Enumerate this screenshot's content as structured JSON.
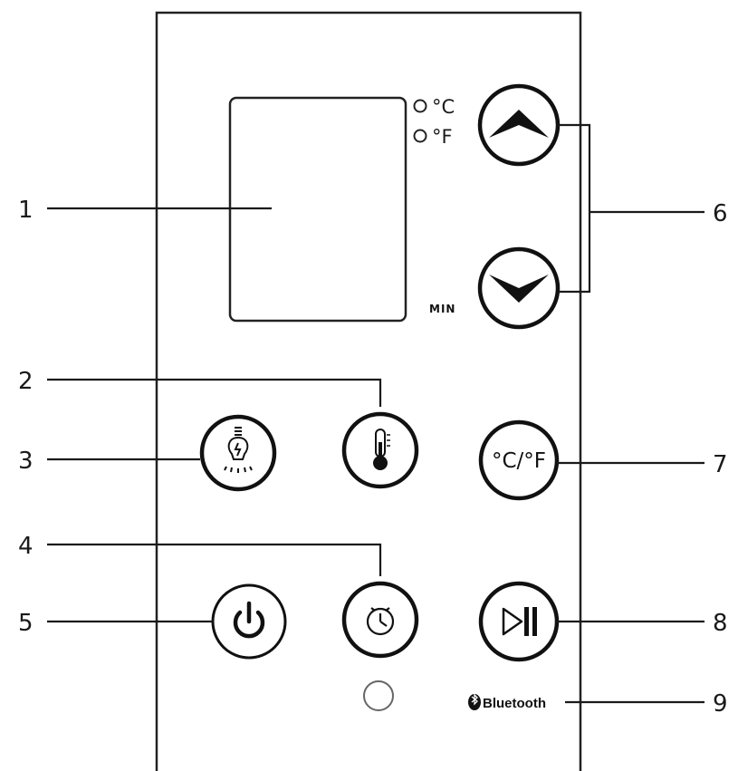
{
  "callouts": [
    "1",
    "2",
    "3",
    "4",
    "5",
    "6",
    "7",
    "8",
    "9"
  ],
  "indicators": {
    "celsius": "°C",
    "fahrenheit": "°F"
  },
  "min_label": "MIN",
  "unit_toggle_label": "°C/°F",
  "bluetooth_label": "Bluetooth",
  "icons": {
    "light": "light-bulb-icon",
    "temperature": "thermometer-icon",
    "timer": "clock-icon",
    "power": "power-icon",
    "play_pause": "play-pause-icon",
    "bluetooth": "bluetooth-icon",
    "up": "chevron-up-icon",
    "down": "chevron-down-icon"
  }
}
